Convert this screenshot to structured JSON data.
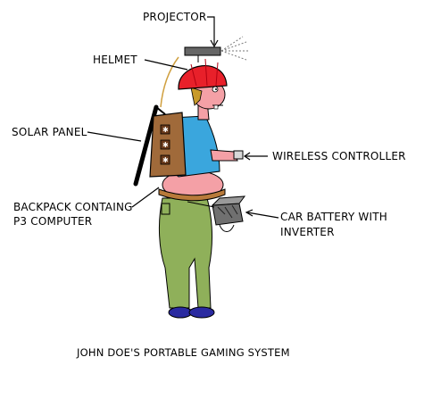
{
  "labels": {
    "projector": "PROJECTOR",
    "helmet": "HELMET",
    "solar_panel": "SOLAR PANEL",
    "wireless_controller": "WIRELESS CONTROLLER",
    "backpack_line1": "BACKPACK CONTAING",
    "backpack_line2": "P3 COMPUTER",
    "battery_line1": "CAR BATTERY WITH",
    "battery_line2": "INVERTER"
  },
  "caption": "JOHN DOE'S PORTABLE GAMING SYSTEM",
  "colors": {
    "helmet": "#e8202a",
    "skin": "#f4a0a6",
    "shirt": "#3aa6dd",
    "pants": "#8fb05a",
    "backpack": "#a06a3a",
    "belt": "#b87a3a",
    "shoes": "#2a2aa0",
    "hair": "#c89a2a",
    "battery": "#707070"
  }
}
